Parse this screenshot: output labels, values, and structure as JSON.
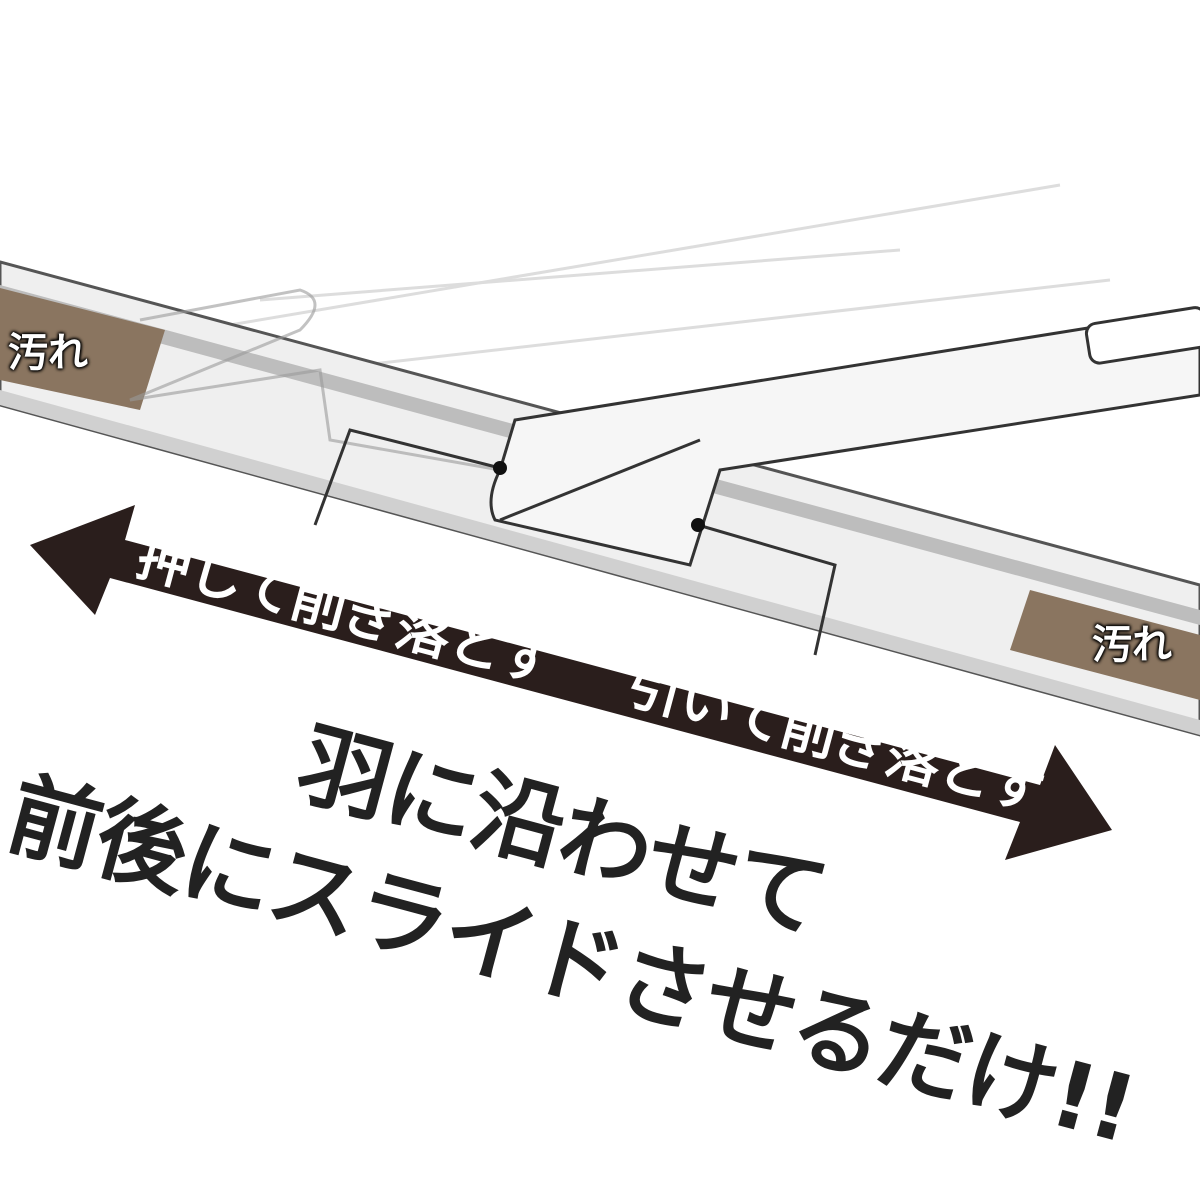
{
  "labels": {
    "dirt_left": "汚れ",
    "dirt_right": "汚れ",
    "push_label": "押して削ぎ落とす",
    "pull_label": "引いて削ぎ落とす",
    "headline_line1": "羽に沿わせて",
    "headline_line2": "前後にスライドさせるだけ!!"
  },
  "colors": {
    "arrow": "#2a1e1c",
    "dirt": "#8a7560",
    "blade": "#e4e4e4",
    "text": "#222222"
  }
}
